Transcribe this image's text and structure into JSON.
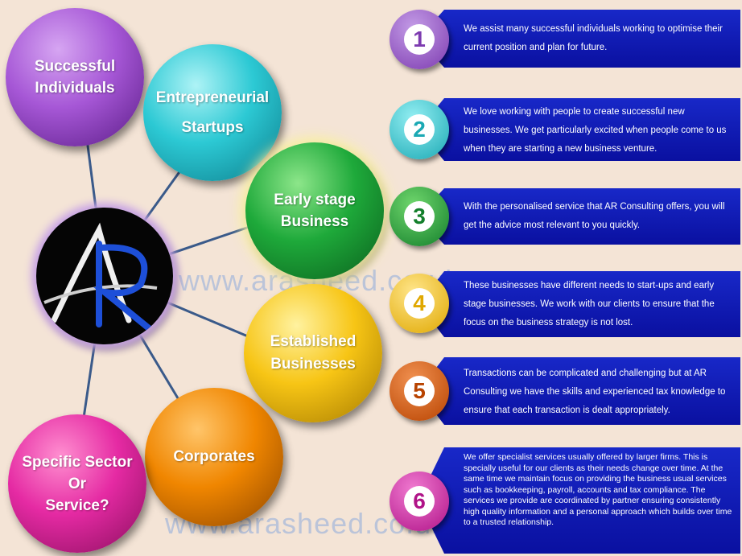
{
  "bubbles": {
    "successful_individuals": "Successful\nIndividuals",
    "entrepreneurial_startups": "Entrepreneurial\nStartups",
    "early_stage_business": "Early stage\nBusiness",
    "established_businesses": "Established\nBusinesses",
    "corporates": "Corporates",
    "specific_sector": "Specific Sector\nOr\nService?"
  },
  "logo_text": "AR",
  "watermark": "www.arasheed.co.uk",
  "items": [
    {
      "number": "1",
      "text": "We assist many successful individuals working to optimise their current position and plan for future."
    },
    {
      "number": "2",
      "text": "We love working with people to create successful new businesses. We get particularly excited when people come to us when they are starting a new business venture."
    },
    {
      "number": "3",
      "text": "With the personalised service that AR Consulting offers, you will get the advice most relevant to you quickly."
    },
    {
      "number": "4",
      "text": "These businesses have different needs to start-ups and early stage businesses. We work with our clients to ensure that the focus on the business strategy is not lost."
    },
    {
      "number": "5",
      "text": "Transactions can be complicated and challenging but at AR Consulting we have the skills and experienced tax knowledge to ensure that each transaction is dealt appropriately."
    },
    {
      "number": "6",
      "text": "We offer specialist services usually offered by larger firms. This is specially useful for our clients as their needs change over time. At the same time we maintain focus on providing the business usual services such as bookkeeping, payroll, accounts and tax compliance. The services we provide are coordinated by partner ensuring consistently high quality information and a personal approach which builds over time to a trusted relationship."
    }
  ],
  "colors": {
    "background": "#f4e4d6",
    "banner": "#0a10a0",
    "connector": "#3a5a8a"
  }
}
